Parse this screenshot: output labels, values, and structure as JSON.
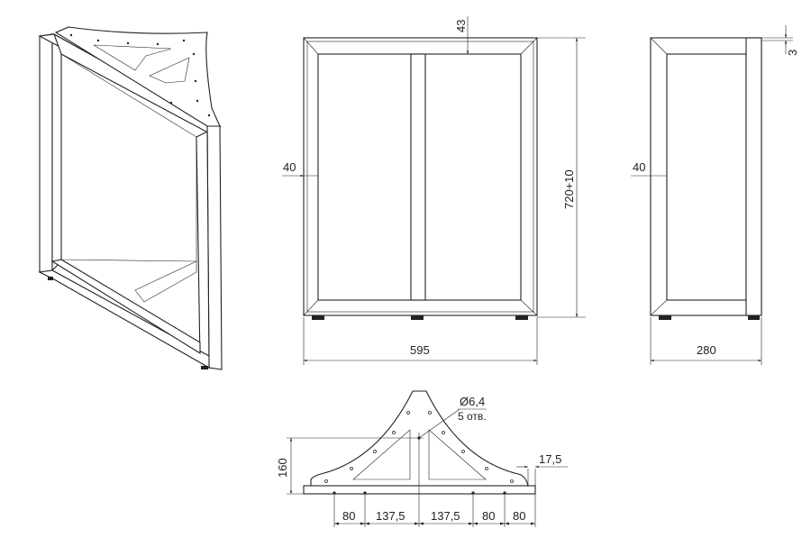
{
  "dimensions": {
    "front_top_gap": "43",
    "front_height": "720+10",
    "front_side_width": "40",
    "front_width": "595",
    "side_side_width": "40",
    "side_top_offset": "3",
    "side_depth": "280",
    "plate_height": "160",
    "plate_offset": "17,5",
    "hole_diameter": "Ø6,4",
    "hole_count": "5 отв.",
    "plate_spacings": [
      "80",
      "137,5",
      "137,5",
      "80",
      "80"
    ]
  }
}
